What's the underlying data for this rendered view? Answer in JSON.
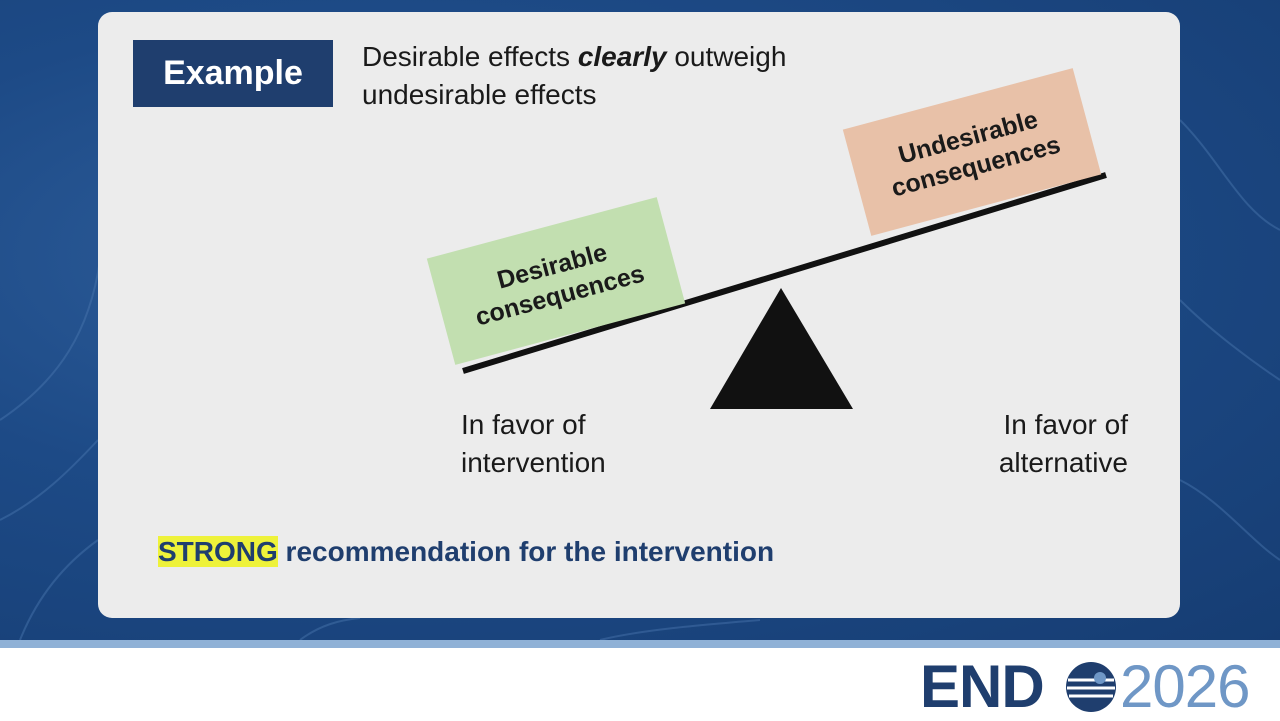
{
  "slide": {
    "badge": "Example",
    "headline_part1": "Desirable effects ",
    "headline_emphasis": "clearly",
    "headline_part2": " outweigh undesirable effects",
    "desirable_label": "Desirable consequences",
    "undesirable_label": "Undesirable consequences",
    "favor_left": "In favor of intervention",
    "favor_right": "In favor of alternative",
    "recommendation_highlight": "STRONG",
    "recommendation_rest": " recommendation for the intervention"
  },
  "footer": {
    "logo_word": "END",
    "logo_year": "2026"
  },
  "colors": {
    "badge_bg": "#1f3e6e",
    "desirable_box": "#c2dfb0",
    "undesirable_box": "#e8c1a8",
    "highlight": "#eef23a",
    "background_blue": "#1d4a86"
  }
}
